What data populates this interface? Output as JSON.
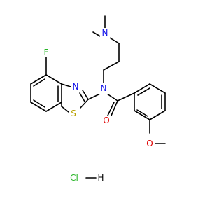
{
  "molecule": {
    "atoms": {
      "N_amine": {
        "text": "N",
        "color": "#1010e8"
      },
      "N_amide": {
        "text": "N",
        "color": "#1010e8"
      },
      "N_thiazole": {
        "text": "N",
        "color": "#1010e8"
      },
      "S_thiazole": {
        "text": "S",
        "color": "#b8a000"
      },
      "F": {
        "text": "F",
        "color": "#27b527"
      },
      "O_carbonyl": {
        "text": "O",
        "color": "#e00000"
      },
      "O_methoxy": {
        "text": "O",
        "color": "#e00000"
      },
      "Cl": {
        "text": "Cl",
        "color": "#27b527"
      },
      "H": {
        "text": "H",
        "color": "#000000"
      }
    }
  }
}
